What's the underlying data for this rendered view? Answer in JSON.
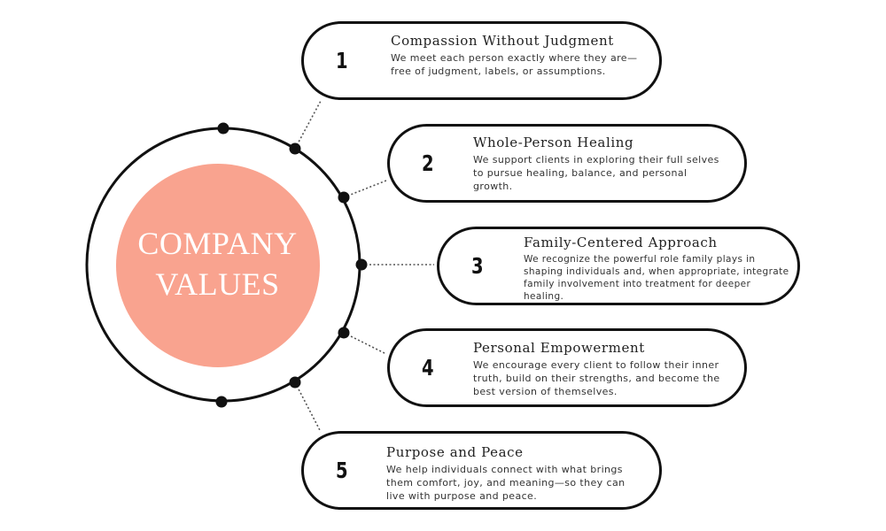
{
  "center": {
    "line1": "COMPANY",
    "line2": "VALUES",
    "fill_color": "#f9a38f"
  },
  "values": [
    {
      "number": "1",
      "title": "Compassion Without Judgment",
      "description": "We meet each person exactly where they are—free of judgment, labels, or assumptions."
    },
    {
      "number": "2",
      "title": "Whole-Person Healing",
      "description": "We support clients in exploring their full selves to pursue healing, balance, and personal growth."
    },
    {
      "number": "3",
      "title": "Family-Centered Approach",
      "description": "We recognize the powerful role family plays in shaping individuals and, when appropriate, integrate family involvement into treatment for deeper healing."
    },
    {
      "number": "4",
      "title": "Personal Empowerment",
      "description": "We encourage every client to follow their inner truth, build on their strengths, and become the best version of themselves."
    },
    {
      "number": "5",
      "title": "Purpose and Peace",
      "description": "We help individuals connect with what brings them comfort, joy, and meaning—so they can live with purpose and peace."
    }
  ]
}
